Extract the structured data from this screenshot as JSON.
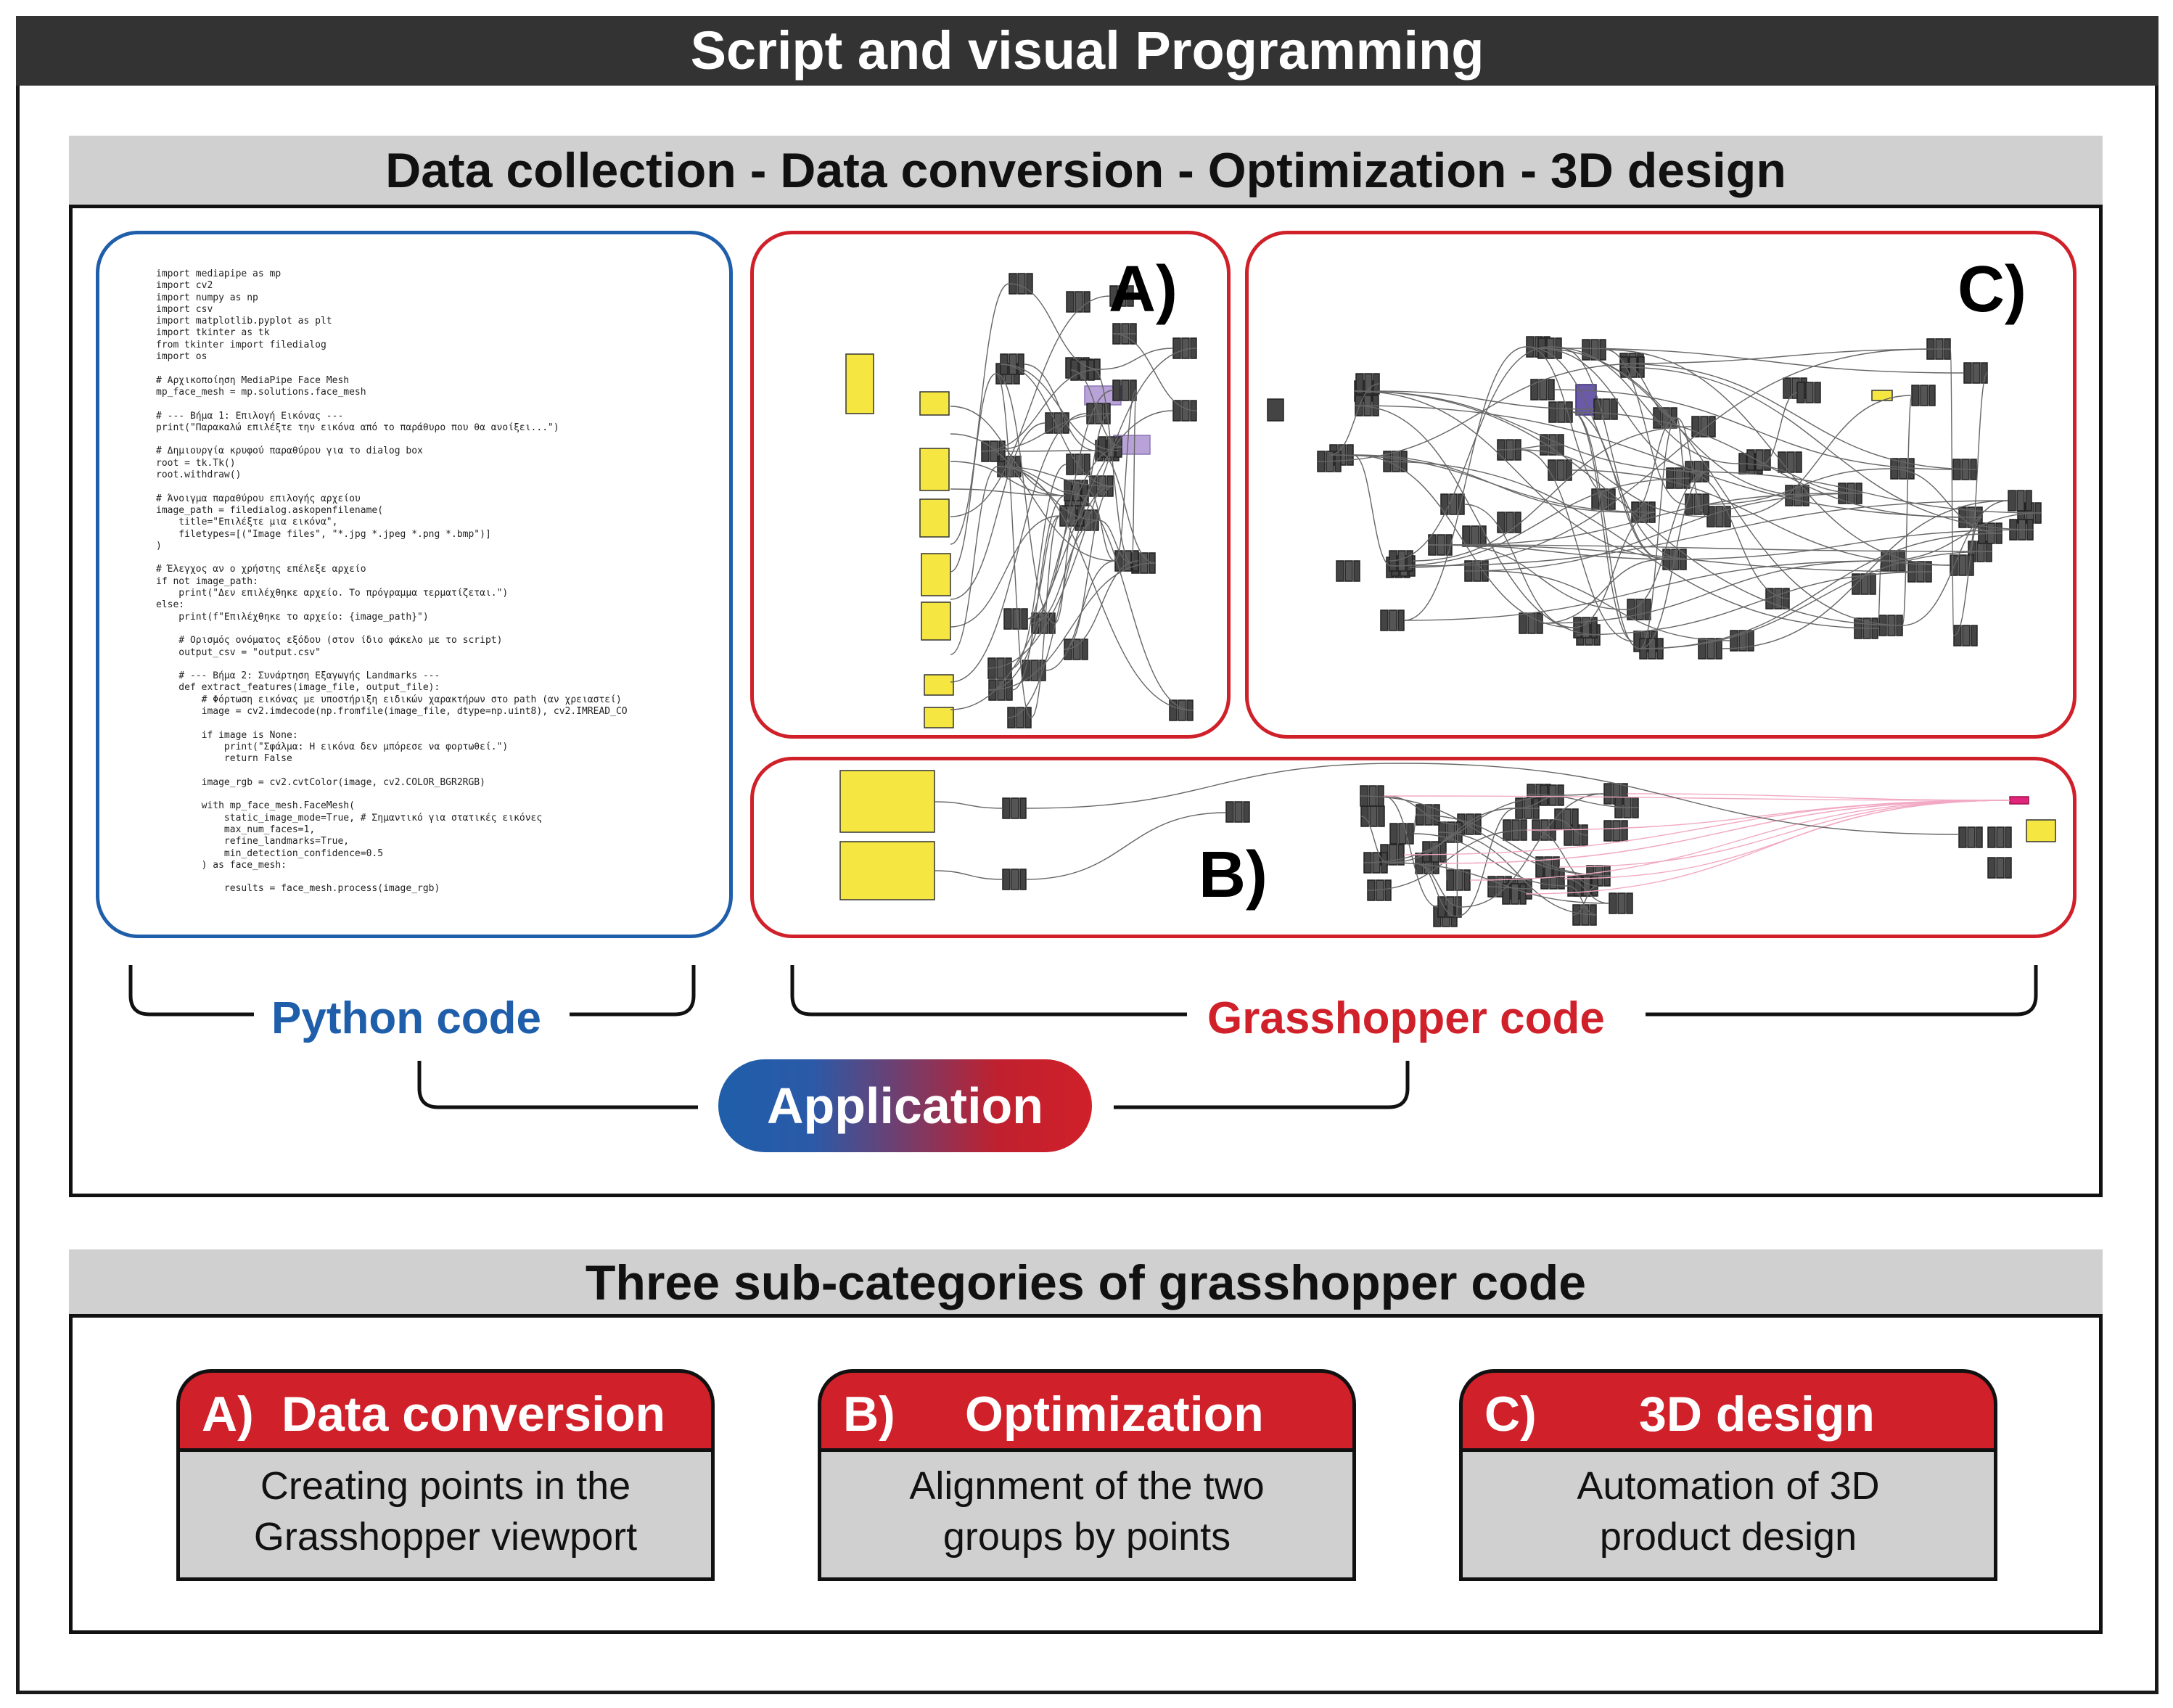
{
  "title": "Script and visual Programming",
  "section1": {
    "header": "Data collection - Data conversion - Optimization - 3D design",
    "panels": {
      "python_code_lines": [
        "import mediapipe as mp",
        "import cv2",
        "import numpy as np",
        "import csv",
        "import matplotlib.pyplot as plt",
        "import tkinter as tk",
        "from tkinter import filedialog",
        "import os",
        "",
        "# Αρχικοποίηση MediaPipe Face Mesh",
        "mp_face_mesh = mp.solutions.face_mesh",
        "",
        "# --- Βήμα 1: Επιλογή Εικόνας ---",
        "print(\"Παρακαλώ επιλέξτε την εικόνα από το παράθυρο που θα ανοίξει...\")",
        "",
        "# Δημιουργία κρυφού παραθύρου για το dialog box",
        "root = tk.Tk()",
        "root.withdraw()",
        "",
        "# Άνοιγμα παραθύρου επιλογής αρχείου",
        "image_path = filedialog.askopenfilename(",
        "    title=\"Επιλέξτε μια εικόνα\",",
        "    filetypes=[(\"Image files\", \"*.jpg *.jpeg *.png *.bmp\")]",
        ")",
        "",
        "# Έλεγχος αν ο χρήστης επέλεξε αρχείο",
        "if not image_path:",
        "    print(\"Δεν επιλέχθηκε αρχείο. Το πρόγραμμα τερματίζεται.\")",
        "else:",
        "    print(f\"Επιλέχθηκε το αρχείο: {image_path}\")",
        "",
        "    # Ορισμός ονόματος εξόδου (στον ίδιο φάκελο με το script)",
        "    output_csv = \"output.csv\"",
        "",
        "    # --- Βήμα 2: Συνάρτηση Εξαγωγής Landmarks ---",
        "    def extract_features(image_file, output_file):",
        "        # Φόρτωση εικόνας με υποστήριξη ειδικών χαρακτήρων στο path (αν χρειαστεί)",
        "        image = cv2.imdecode(np.fromfile(image_file, dtype=np.uint8), cv2.IMREAD_CO",
        "",
        "        if image is None:",
        "            print(\"Σφάλμα: Η εικόνα δεν μπόρεσε να φορτωθεί.\")",
        "            return False",
        "",
        "        image_rgb = cv2.cvtColor(image, cv2.COLOR_BGR2RGB)",
        "",
        "        with mp_face_mesh.FaceMesh(",
        "            static_image_mode=True, # Σημαντικό για στατικές εικόνες",
        "            max_num_faces=1,",
        "            refine_landmarks=True,",
        "            min_detection_confidence=0.5",
        "        ) as face_mesh:",
        "",
        "            results = face_mesh.process(image_rgb)"
      ],
      "label_a": "A)",
      "label_b": "B)",
      "label_c": "C)"
    },
    "python_label": "Python code",
    "grasshopper_label": "Grasshopper code",
    "application_label": "Application",
    "colors": {
      "python": "#1f5eaa",
      "grasshopper": "#d0202a",
      "node_yellow": "#f5e642",
      "node_purple": "#b8a2d8"
    }
  },
  "section2": {
    "header": "Three sub-categories of grasshopper code",
    "cards": [
      {
        "letter": "A)",
        "title": "Data conversion",
        "body_line1": "Creating points in the",
        "body_line2": "Grasshopper viewport"
      },
      {
        "letter": "B)",
        "title": "Optimization",
        "body_line1": "Alignment of the two",
        "body_line2": "groups by points"
      },
      {
        "letter": "C)",
        "title": "3D design",
        "body_line1": "Automation of 3D",
        "body_line2": "product design"
      }
    ]
  }
}
